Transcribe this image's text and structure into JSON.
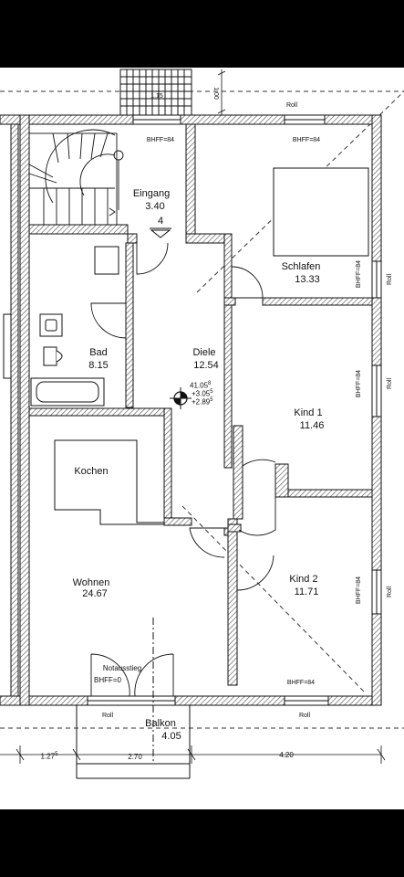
{
  "rooms": {
    "eingang": {
      "name": "Eingang",
      "area": "3.40",
      "mark": "4"
    },
    "schlafen": {
      "name": "Schlafen",
      "area": "13.33"
    },
    "bad": {
      "name": "Bad",
      "area": "8.15"
    },
    "diele": {
      "name": "Diele",
      "area": "12.54"
    },
    "kind1": {
      "name": "Kind 1",
      "area": "11.46"
    },
    "kochen": {
      "name": "Kochen"
    },
    "wohnen": {
      "name": "Wohnen",
      "area": "24.67"
    },
    "kind2": {
      "name": "Kind 2",
      "area": "11.71"
    },
    "balkon": {
      "name": "Balkon",
      "area": "4.05"
    }
  },
  "windows": {
    "bhff84": "BHFF=84",
    "bhff0": "BHFF=0",
    "roll": "Roll",
    "notausstieg": "Notausstieg"
  },
  "level_marker": {
    "line1": "41.05",
    "line1_sup": "8",
    "line2": "+3.05",
    "line2_sup": "5",
    "line3": "+2.89",
    "line3_sup": "5"
  },
  "dimensions": {
    "d_127": "1.27",
    "d_127_sup": "5",
    "d_270": "2.70",
    "d_420": "4.20",
    "d_100": "1.00",
    "d_top": "1.15"
  },
  "colors": {
    "background": "#000000",
    "paper": "#ffffff",
    "ink": "#111111",
    "wall_hatch": "#888888"
  }
}
